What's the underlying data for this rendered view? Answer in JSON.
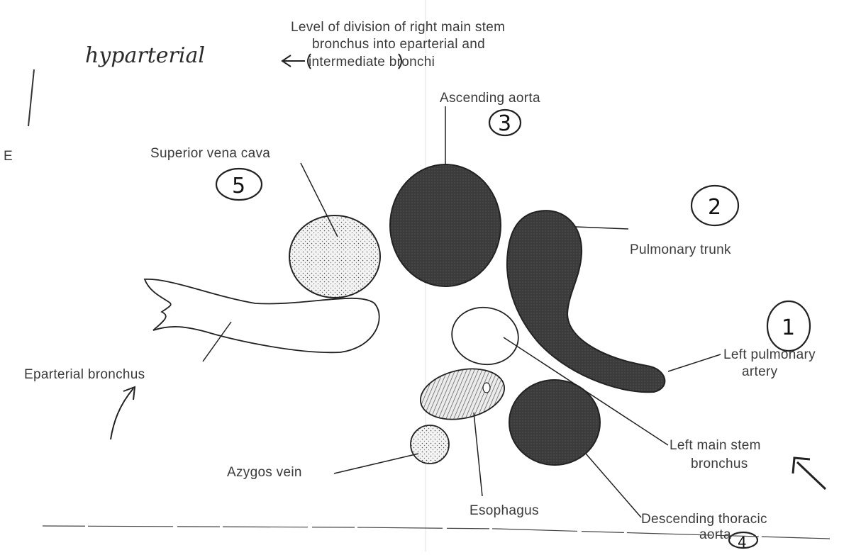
{
  "header": {
    "title_line1": "Level of division of right main stem",
    "title_line2": "bronchus into eparterial and",
    "title_line3": "intermediate bronchi",
    "handwritten_note": "hyparterial",
    "margin_mark": "E"
  },
  "labels": {
    "ascending_aorta": "Ascending aorta",
    "superior_vena_cava": "Superior vena cava",
    "pulmonary_trunk": "Pulmonary trunk",
    "left_pulmonary_artery_1": "Left pulmonary",
    "left_pulmonary_artery_2": "artery",
    "eparterial_bronchus": "Eparterial bronchus",
    "left_main_stem_bronchus_1": "Left main stem",
    "left_main_stem_bronchus_2": "bronchus",
    "azygos_vein": "Azygos vein",
    "esophagus": "Esophagus",
    "descending_thoracic_aorta_1": "Descending thoracic",
    "descending_thoracic_aorta_2": "aorta"
  },
  "annotations": {
    "circle_1": "1",
    "circle_2": "2",
    "circle_3": "3",
    "circle_4": "4",
    "circle_5": "5"
  }
}
